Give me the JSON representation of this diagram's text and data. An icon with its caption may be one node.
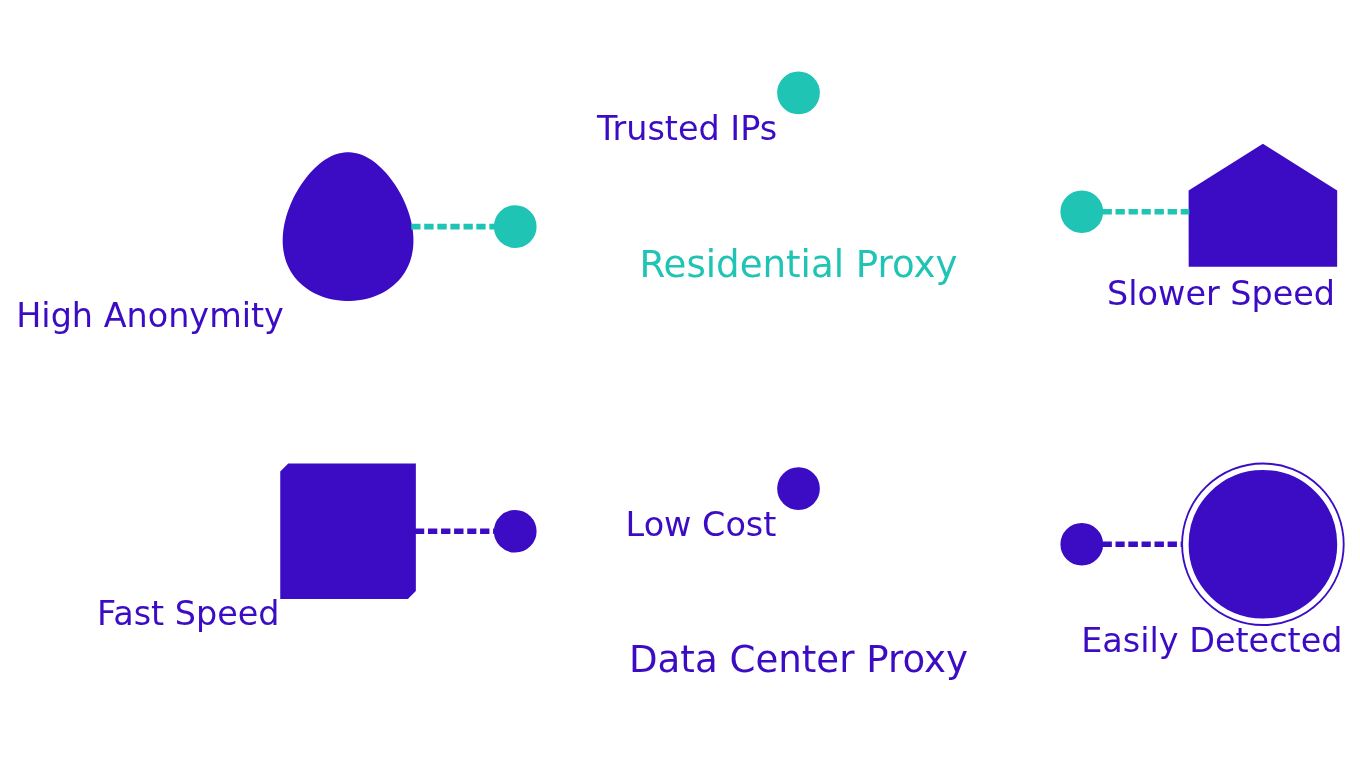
{
  "diagram": {
    "nodes": [
      {
        "text": [],
        "shape": "server",
        "beside": [
          "Fast Speed"
        ]
      },
      {
        "text": [],
        "shape": "circle"
      },
      {
        "text": [],
        "shape": "circle"
      },
      {
        "text": [],
        "shape": "globe",
        "beside": [
          "Easily Detected"
        ]
      },
      {
        "text": [],
        "shape": "circle",
        "beside": [
          "Low Cost"
        ]
      },
      {
        "text": [],
        "shape": "person",
        "beside": [
          "High Anonymity"
        ]
      },
      {
        "text": [],
        "shape": "circle"
      },
      {
        "text": [],
        "shape": "circle"
      },
      {
        "text": [],
        "shape": "house",
        "beside": [
          "Slower Speed"
        ]
      },
      {
        "text": [],
        "shape": "circle",
        "beside": [
          "Trusted IPs"
        ]
      }
    ],
    "edges": [
      {
        "from": 0,
        "to": 1,
        "arrow": "none",
        "style": "dashed",
        "color": "#3b0cc4"
      },
      {
        "from": 2,
        "to": 3,
        "arrow": "none",
        "style": "dashed",
        "color": "#3b0cc4"
      },
      {
        "from": 5,
        "to": 6,
        "arrow": "none",
        "style": "dashed",
        "color": "#1fc4b4"
      },
      {
        "from": 7,
        "to": 8,
        "arrow": "none",
        "style": "dashed",
        "color": "#1fc4b4"
      }
    ],
    "labels": [
      "Data Center Proxy",
      "Residential Proxy"
    ]
  }
}
